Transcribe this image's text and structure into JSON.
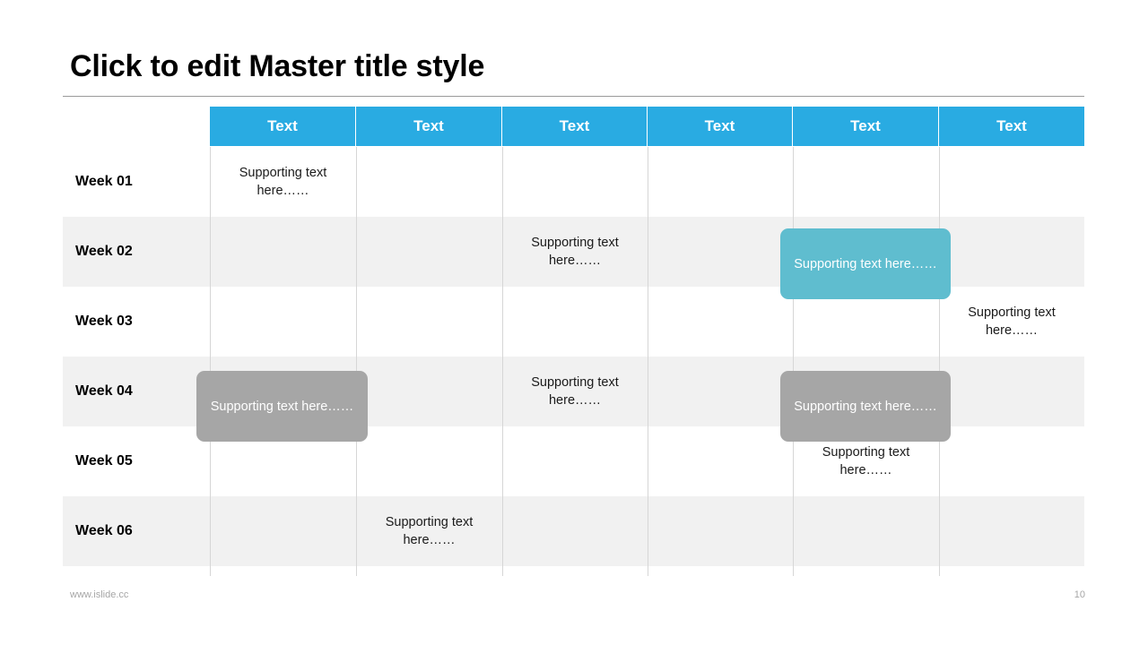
{
  "slide": {
    "title": "Click to edit Master title style"
  },
  "table": {
    "row_header_blank": "",
    "column_headers": [
      "Text",
      "Text",
      "Text",
      "Text",
      "Text",
      "Text"
    ],
    "row_labels": [
      "Week 01",
      "Week 02",
      "Week 03",
      "Week 04",
      "Week 05",
      "Week 06"
    ],
    "cell_text": "Supporting text here……",
    "cells": [
      {
        "row": 0,
        "col": 0,
        "text": "Supporting text here……",
        "style": "plain"
      },
      {
        "row": 1,
        "col": 2,
        "text": "Supporting text here……",
        "style": "plain"
      },
      {
        "row": 1,
        "col": 4,
        "text": "Supporting text here……",
        "style": "highlight-blue"
      },
      {
        "row": 2,
        "col": 5,
        "text": "Supporting text here……",
        "style": "plain"
      },
      {
        "row": 3,
        "col": 0,
        "text": "Supporting text here……",
        "style": "highlight-gray"
      },
      {
        "row": 3,
        "col": 2,
        "text": "Supporting text here……",
        "style": "plain"
      },
      {
        "row": 3,
        "col": 4,
        "text": "Supporting text here……",
        "style": "highlight-gray"
      },
      {
        "row": 4,
        "col": 4,
        "text": "Supporting text here……",
        "style": "plain"
      },
      {
        "row": 5,
        "col": 1,
        "text": "Supporting text here……",
        "style": "plain"
      }
    ]
  },
  "footer": {
    "url": "www.islide.cc",
    "page_number": "10"
  },
  "colors": {
    "header_blue": "#29ABE2",
    "highlight_blue": "#5FBDCF",
    "highlight_gray": "#A6A6A6",
    "row_band": "#F1F1F1",
    "grid_line": "#D6D6D6",
    "title_rule": "#9A9A9A",
    "footer_text": "#A6A6A6"
  }
}
